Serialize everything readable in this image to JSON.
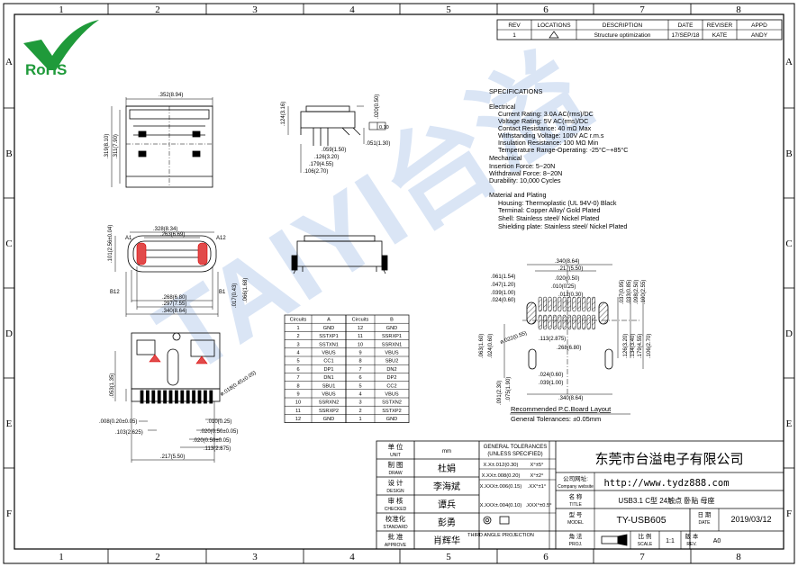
{
  "grid": {
    "top": [
      "1",
      "2",
      "3",
      "4",
      "5",
      "6",
      "7",
      "8"
    ],
    "side": [
      "A",
      "B",
      "C",
      "D",
      "E",
      "F"
    ]
  },
  "rohs": {
    "label": "RoHS"
  },
  "revision": {
    "headers": [
      "REV",
      "LOCATIONS",
      "DESCRIPTION",
      "DATE",
      "REVISER",
      "APPD"
    ],
    "row": {
      "rev": "1",
      "location": "",
      "description": "Structure optimization",
      "date": "17/SEP/18",
      "reviser": "KATE",
      "appd": "ANDY"
    }
  },
  "dims": {
    "w352": ".352(8.94)",
    "h319": ".319(8.10)",
    "h311": ".311(7.90)",
    "h124": ".124(3.16)",
    "d020": ".020(0.50)",
    "flat": "0.10",
    "d059": ".059(1.50)",
    "d051": ".051(1.30)",
    "d126": ".126(3.20)",
    "d179": ".179(4.55)",
    "d106": ".106(2.70)",
    "w328": ".328(8.34)",
    "w263": ".263(6.69)",
    "h101": ".101(2.56±0.04)",
    "a1": "A1",
    "a12": "A12",
    "b12": "B12",
    "b1": "B1",
    "w268": ".268(6.80)",
    "w297": ".297(7.55)",
    "w340": ".340(8.64)",
    "d017": ".017(0.43)",
    "d066": ".066(1.68)",
    "d053": ".053(1.35)",
    "d018": "ø.018(0.45±0.05)",
    "d008": ".008(0.20±0.05)",
    "d103": ".103(2.625)",
    "d010": ".010(0.25)",
    "d020b": ".020(0.50±0.05)",
    "d020c": ".020(0.50±0.05)",
    "d113": ".113(2.875)",
    "d217": ".217(5.50)",
    "pcb340": ".340(8.64)",
    "pcb217": ".217(5.50)",
    "pcb020": ".020(0.50)",
    "pcb010": ".010(0.25)",
    "pcb012": ".012(0.30)",
    "pcb061": ".061(1.54)",
    "pcb047": ".047(1.20)",
    "pcb039": ".039(1.00)",
    "pcb024": ".024(0.60)",
    "pcb037": ".037(0.95)",
    "pcb033": ".033(0.85)",
    "pcb098": ".098(2.50)",
    "pcb100": ".100(2.55)",
    "pcb063": ".063(1.60)",
    "pcb0243": ".024(0.60)",
    "pcb022": "ø.022(0.55)",
    "pcb113": ".113(2.875)",
    "pcb268": ".268(6.80)",
    "pcb126": ".126(3.20)",
    "pcb134": ".134(3.40)",
    "pcb179": ".179(4.55)",
    "pcb106": ".106(2.70)",
    "pcb0244": ".024(0.60)",
    "pcb0392": ".039(1.00)",
    "pcb091": ".091(2.30)",
    "pcb075": ".075(1.90)",
    "pcb3402": ".340(8.64)"
  },
  "circuits": {
    "headers": [
      "Circuits",
      "A",
      "Circuits",
      "B"
    ],
    "rows": [
      [
        "1",
        "GND",
        "12",
        "GND"
      ],
      [
        "2",
        "SSTXP1",
        "11",
        "SSRXP1"
      ],
      [
        "3",
        "SSTXN1",
        "10",
        "SSRXN1"
      ],
      [
        "4",
        "VBUS",
        "9",
        "VBUS"
      ],
      [
        "5",
        "CC1",
        "8",
        "SBU2"
      ],
      [
        "6",
        "DP1",
        "7",
        "DN2"
      ],
      [
        "7",
        "DN1",
        "6",
        "DP2"
      ],
      [
        "8",
        "SBU1",
        "5",
        "CC2"
      ],
      [
        "9",
        "VBUS",
        "4",
        "VBUS"
      ],
      [
        "10",
        "SSRXN2",
        "3",
        "SSTXN2"
      ],
      [
        "11",
        "SSRXP2",
        "2",
        "SSTXP2"
      ],
      [
        "12",
        "GND",
        "1",
        "GND"
      ]
    ]
  },
  "specs": {
    "title": "SPECIFICATIONS",
    "electrical": "Electrical",
    "current": "Current Rating: 3.0A AC(rms)/DC",
    "voltage": "Voltage Rating: 5V AC(rms)/DC",
    "contact": "Contact Resistance: 40 mΩ Max",
    "withstand": "Withstanding Voltage: 100V AC r.m.s",
    "insulation": "Insulation Resistance: 100 MΩ Min",
    "temp": "Temperature Range-Operating: -25°C~+85°C",
    "mechanical": "Mechanical",
    "insertion": "Insertion Force: 5~20N",
    "withdrawal": "Withdrawal Force: 8~20N",
    "durability": "Durability: 10,000 Cycles",
    "material": "Material and Plating",
    "housing": "Housing: Thermoplastic (UL 94V-0)  Black",
    "terminal": "Terminal: Copper Alloy/ Gold Plated",
    "shell": "Shell: Stainless steel/ Nickel Plated",
    "shield": "Shielding plate: Stainless steel/ Nickel Plated"
  },
  "pcb": {
    "caption": "Recommended P.C.Board Layout",
    "tolerance": "General Tolerances: ±0.05mm"
  },
  "title_block": {
    "unit_label": "单  位",
    "unit_en": "UNIT",
    "unit_value": "mm",
    "draw_label": "制  图",
    "draw_en": "DRAW",
    "draw_value": "杜娟",
    "design_label": "设  计",
    "design_en": "DESIGN",
    "design_value": "李海斌",
    "checked_label": "审  核",
    "checked_en": "CHECKED",
    "checked_value": "谭兵",
    "standard_label": "校准化",
    "standard_en": "STANDARD",
    "standard_value": "彭勇",
    "approve_label": "批  准",
    "approve_en": "APPROVE",
    "approve_value": "肖辉华",
    "gt_title": "GENERAL TOLERANCES",
    "gt_sub": "(UNLESS SPECIFIED)",
    "tol_x": "X.X±.012(0.30)",
    "tol_x_ang": "X°±5°",
    "tol_xx": "X.XX±.008(0.20)",
    "tol_xx_ang": "X°±2°",
    "tol_xxx": "X.XXX±.006(0.15)",
    "tol_xxx_ang": ".XX°±1°",
    "tol_xxxx": "X.XXX±.004(0.10)",
    "tol_xxxx_ang": ".XXX°±0.5°",
    "projection": "THIRD ANGLE\nPROJECTION",
    "company": "东莞市台溢电子有限公司",
    "website_label": "公司网址:",
    "website_en": "Company website",
    "website": "http://www.tydz888.com",
    "name_label": "名  称",
    "name_en": "TITLE",
    "title_value": "USB3.1 C型 24触点 卧贴 母座",
    "model_label": "型  号",
    "model_en": "MODEL",
    "model_value": "TY-USB605",
    "date_label": "日  期",
    "date_en": "DATE",
    "date_value": "2019/03/12",
    "proj_label": "角  法",
    "proj_en": "PROJ.",
    "scale_label": "比 例",
    "scale_en": "SCALE",
    "scale_value": "1:1",
    "rev_label": "版 本",
    "rev_en": "REV.",
    "rev_value": "A0"
  },
  "watermark": "TAIYI台溢"
}
